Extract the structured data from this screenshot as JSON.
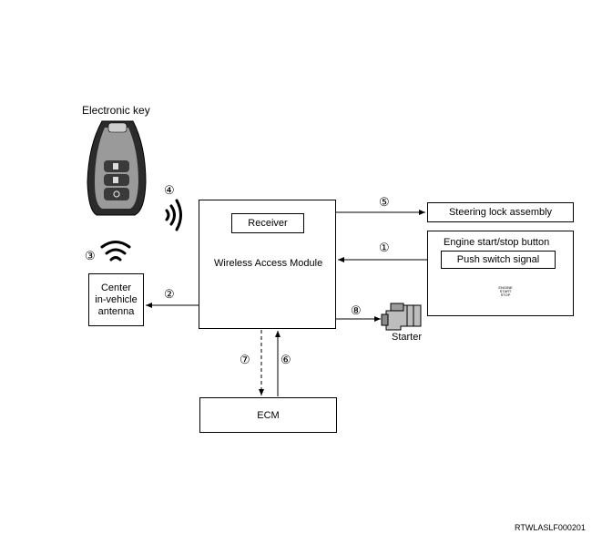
{
  "title": "Electronic key",
  "labels": {
    "receiver": "Receiver",
    "wam": "Wireless Access Module",
    "steering": "Steering lock assembly",
    "engine": "Engine start/stop button",
    "push": "Push switch signal",
    "antenna_l1": "Center",
    "antenna_l2": "in-vehicle",
    "antenna_l3": "antenna",
    "starter": "Starter",
    "ecm": "ECM",
    "ref": "RTWLASLF000201"
  },
  "markers": {
    "m1": "①",
    "m2": "②",
    "m3": "③",
    "m4": "④",
    "m5": "⑤",
    "m6": "⑥",
    "m7": "⑦",
    "m8": "⑧"
  },
  "button_text": {
    "line1": "ENGINE",
    "line2": "START",
    "line3": "STOP"
  }
}
